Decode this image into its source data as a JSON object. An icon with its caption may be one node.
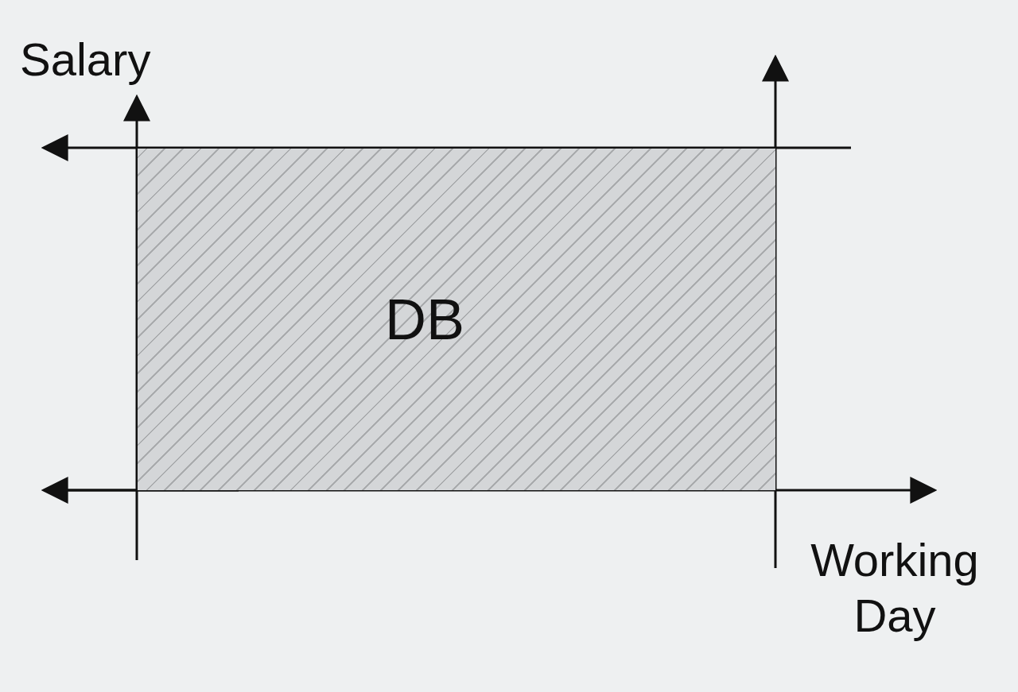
{
  "diagram": {
    "nodes": [
      {
        "text": [
          "DB"
        ]
      }
    ],
    "labels": [
      "Salary",
      "Working Day"
    ]
  }
}
